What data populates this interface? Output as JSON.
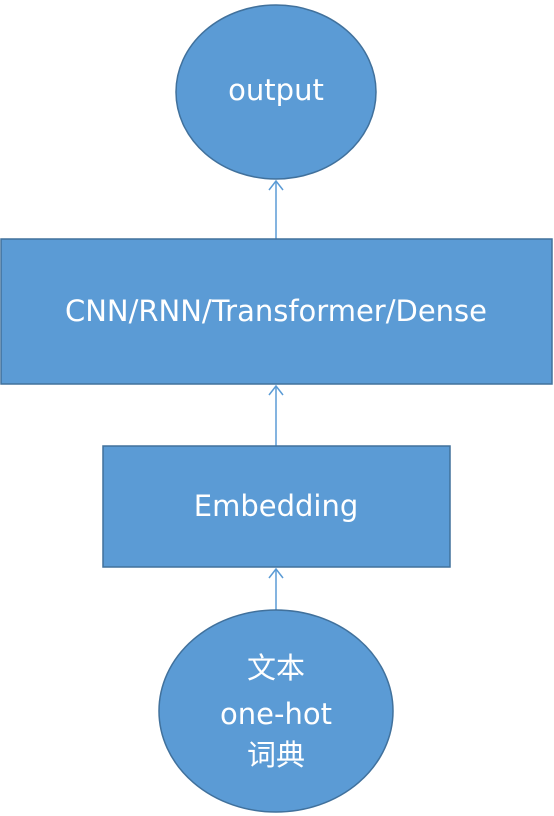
{
  "nodes": {
    "output": {
      "label": "output"
    },
    "layers": {
      "label": "CNN/RNN/Transformer/Dense"
    },
    "embedding": {
      "label": "Embedding"
    },
    "input": {
      "lines": [
        "文本",
        "one-hot",
        "词典"
      ]
    }
  },
  "colors": {
    "node_fill": "#5b9bd5",
    "node_stroke": "#41719c",
    "text": "#ffffff",
    "arrow": "#5b9bd5"
  }
}
